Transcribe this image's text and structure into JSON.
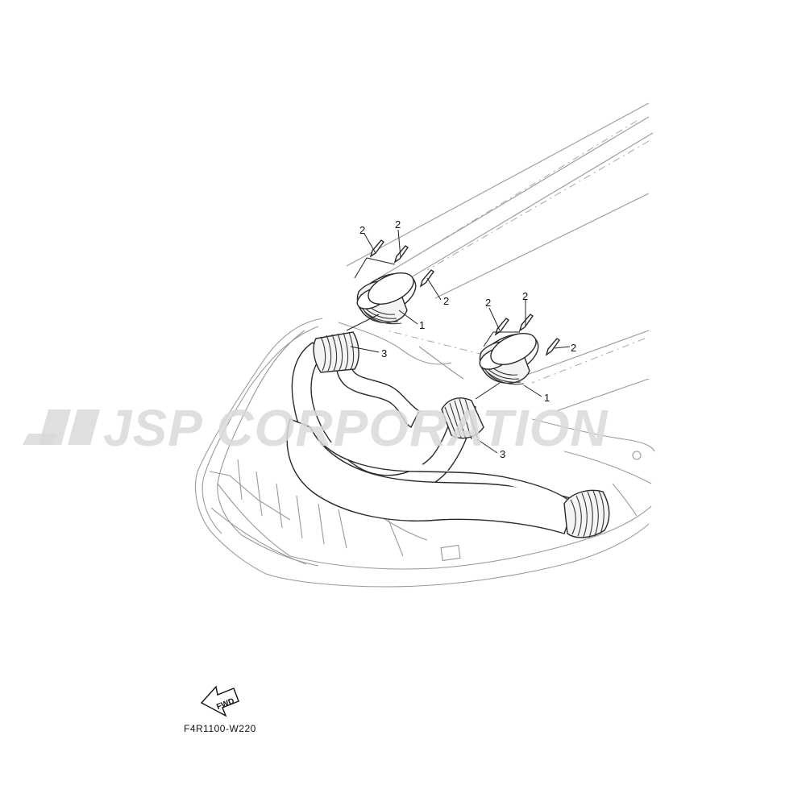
{
  "diagram": {
    "callouts": {
      "part_1": "1",
      "part_2": "2",
      "part_3": "3"
    },
    "watermark": "JSP CORPORATION",
    "direction_label": "FWD",
    "diagram_code": "F4R1100-W220"
  },
  "colors": {
    "line_art": "#9a9a9a",
    "part_outline": "#2a2a2a",
    "watermark": "#d9d9d9"
  }
}
